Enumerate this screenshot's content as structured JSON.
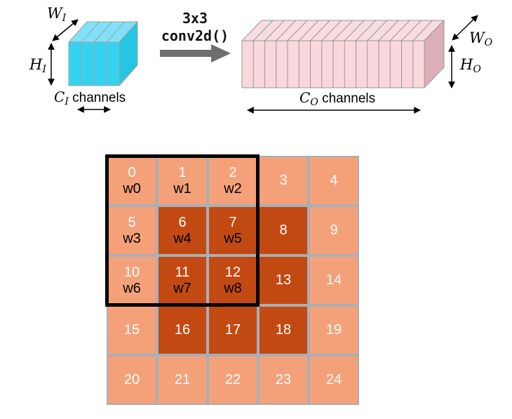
{
  "figure": {
    "input_tensor": {
      "width_label": {
        "base": "W",
        "sub": "I"
      },
      "height_label": {
        "base": "H",
        "sub": "I"
      },
      "channels_label": {
        "base": "C",
        "sub": "I",
        "suffix": " channels"
      },
      "slices": 4
    },
    "operation": {
      "line1": "3x3",
      "line2": "conv2d()"
    },
    "output_tensor": {
      "width_label": {
        "base": "W",
        "sub": "O"
      },
      "height_label": {
        "base": "H",
        "sub": "O"
      },
      "channels_label": {
        "base": "C",
        "sub": "O",
        "suffix": " channels"
      },
      "slices": 16
    }
  },
  "grid": {
    "rows": 5,
    "cols": 5,
    "kernel": {
      "size": 3,
      "covers_cells": "0,1,2,5,6,7,10,11,12"
    },
    "cells": [
      {
        "n": "0",
        "w": "w0",
        "dark": false
      },
      {
        "n": "1",
        "w": "w1",
        "dark": false
      },
      {
        "n": "2",
        "w": "w2",
        "dark": false
      },
      {
        "n": "3",
        "dark": false
      },
      {
        "n": "4",
        "dark": false
      },
      {
        "n": "5",
        "w": "w3",
        "dark": false
      },
      {
        "n": "6",
        "w": "w4",
        "dark": true
      },
      {
        "n": "7",
        "w": "w5",
        "dark": true
      },
      {
        "n": "8",
        "dark": true
      },
      {
        "n": "9",
        "dark": false
      },
      {
        "n": "10",
        "w": "w6",
        "dark": false
      },
      {
        "n": "11",
        "w": "w7",
        "dark": true
      },
      {
        "n": "12",
        "w": "w8",
        "dark": true
      },
      {
        "n": "13",
        "dark": true
      },
      {
        "n": "14",
        "dark": false
      },
      {
        "n": "15",
        "dark": false
      },
      {
        "n": "16",
        "dark": true
      },
      {
        "n": "17",
        "dark": true
      },
      {
        "n": "18",
        "dark": true
      },
      {
        "n": "19",
        "dark": false
      },
      {
        "n": "20",
        "dark": false
      },
      {
        "n": "21",
        "dark": false
      },
      {
        "n": "22",
        "dark": false
      },
      {
        "n": "23",
        "dark": false
      },
      {
        "n": "24",
        "dark": false
      }
    ]
  },
  "colors": {
    "cell_light": "#F4A17A",
    "cell_dark": "#C24A12",
    "grid_line": "#A9AFB6",
    "outline": "#000000",
    "num_text": "#FFFFFF",
    "weight_text": "#000000",
    "cube_front": "#35D3F2",
    "cube_top": "#7FE2F8",
    "cube_side": "#26C5E3",
    "cube_stroke": "#AD9D9B",
    "box_front": "#F9D7DB",
    "box_top": "#F8DCE0",
    "box_side": "#DCAEB7",
    "box_stroke": "#96979B",
    "arrow_gray": "#6E6E6E"
  }
}
